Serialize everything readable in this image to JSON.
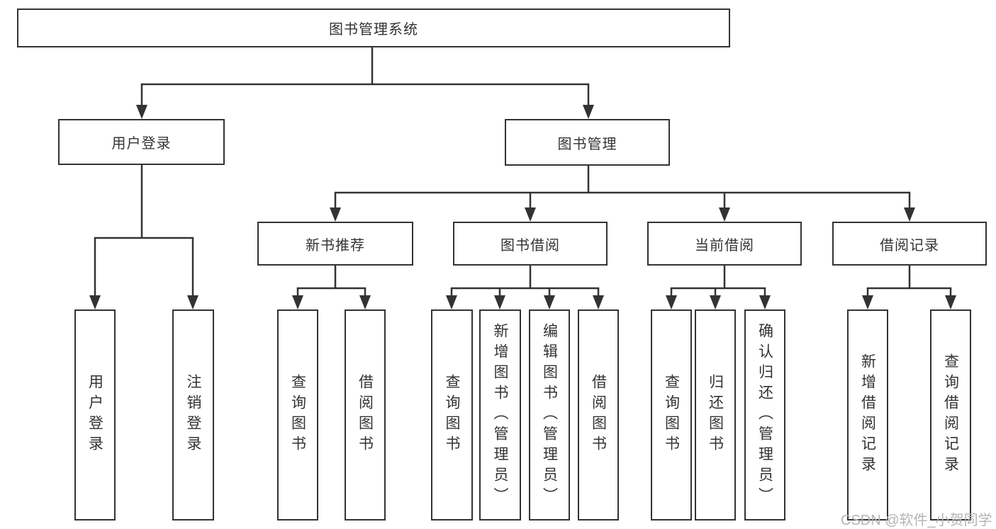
{
  "diagram_title": "图书管理系统",
  "tree": {
    "label": "图书管理系统",
    "children": [
      {
        "label": "用户登录",
        "children": [
          {
            "label": "用户登录"
          },
          {
            "label": "注销登录"
          }
        ]
      },
      {
        "label": "图书管理",
        "children": [
          {
            "label": "新书推荐",
            "children": [
              {
                "label": "查询图书"
              },
              {
                "label": "借阅图书"
              }
            ]
          },
          {
            "label": "图书借阅",
            "children": [
              {
                "label": "查询图书"
              },
              {
                "label": "新增图书（管理员）"
              },
              {
                "label": "编辑图书（管理员）"
              },
              {
                "label": "借阅图书"
              }
            ]
          },
          {
            "label": "当前借阅",
            "children": [
              {
                "label": "查询图书"
              },
              {
                "label": "归还图书"
              },
              {
                "label": "确认归还（管理员）"
              }
            ]
          },
          {
            "label": "借阅记录",
            "children": [
              {
                "label": "新增借阅记录"
              },
              {
                "label": "查询借阅记录"
              }
            ]
          }
        ]
      }
    ]
  },
  "watermark": "CSDN @软件_小贺同学",
  "colors": {
    "line": "#333333",
    "box_border": "#333333",
    "text": "#333333",
    "watermark": "#b4b4b4",
    "background": "#ffffff"
  }
}
